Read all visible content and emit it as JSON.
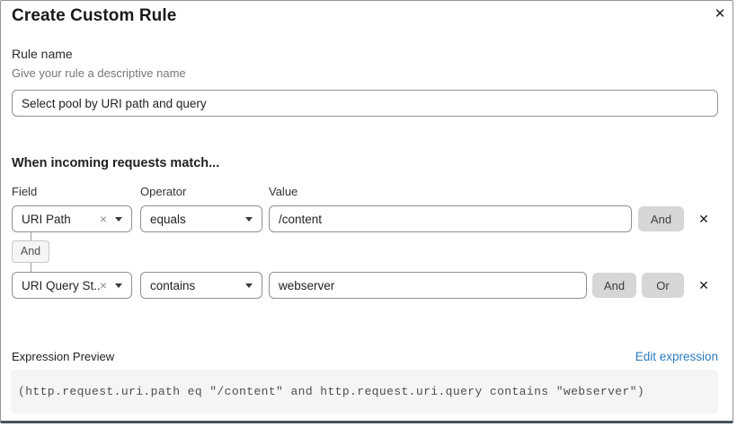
{
  "dialog": {
    "title": "Create Custom Rule"
  },
  "icons": {
    "close": "✕",
    "remove": "✕",
    "clear": "×"
  },
  "rule_name": {
    "label": "Rule name",
    "helper": "Give your rule a descriptive name",
    "value": "Select pool by URI path and query"
  },
  "matcher": {
    "heading": "When incoming requests match...",
    "columns": {
      "field": "Field",
      "operator": "Operator",
      "value": "Value"
    },
    "rows": [
      {
        "field": "URI Path",
        "operator": "equals",
        "value": "/content",
        "buttons": [
          "And"
        ]
      },
      {
        "field": "URI Query St...",
        "operator": "contains",
        "value": "webserver",
        "buttons": [
          "And",
          "Or"
        ]
      }
    ],
    "connector_label": "And"
  },
  "expression": {
    "label": "Expression Preview",
    "edit_link": "Edit expression",
    "code": "(http.request.uri.path eq \"/content\" and http.request.uri.query contains \"webserver\")"
  },
  "colors": {
    "link_blue": "#2c7bbf",
    "button_gray": "#d6d6d6",
    "code_background": "#f5f5f5",
    "border_gray": "#8f8f8f",
    "dialog_bottom_edge": "#46525a"
  }
}
